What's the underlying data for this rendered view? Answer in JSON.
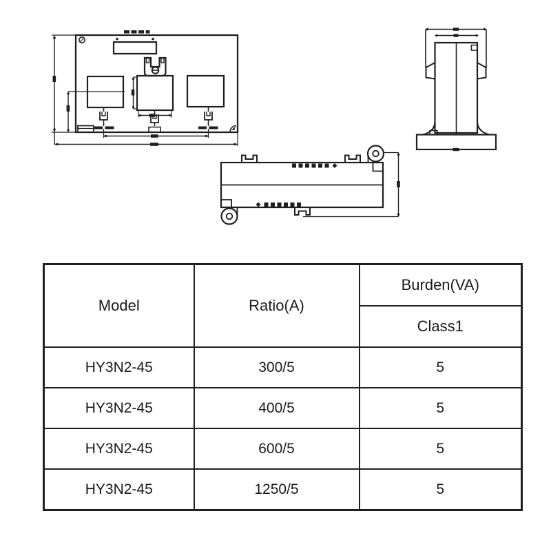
{
  "document": {
    "background_color": "#ffffff",
    "line_color": "#1f1f1f",
    "text_color": "#1a1a1a"
  },
  "drawings": {
    "front_view": "ct-front-elevation-drawing",
    "side_view": "ct-side-elevation-drawing",
    "top_view": "ct-plan-view-drawing",
    "notes": "dimension figures present but illegible at source resolution"
  },
  "table": {
    "headers": {
      "model": "Model",
      "ratio": "Ratio(A)",
      "burden": "Burden(VA)",
      "burden_class": "Class1"
    },
    "rows": [
      {
        "model": "HY3N2-45",
        "ratio": "300/5",
        "class1": "5"
      },
      {
        "model": "HY3N2-45",
        "ratio": "400/5",
        "class1": "5"
      },
      {
        "model": "HY3N2-45",
        "ratio": "600/5",
        "class1": "5"
      },
      {
        "model": "HY3N2-45",
        "ratio": "1250/5",
        "class1": "5"
      }
    ]
  }
}
